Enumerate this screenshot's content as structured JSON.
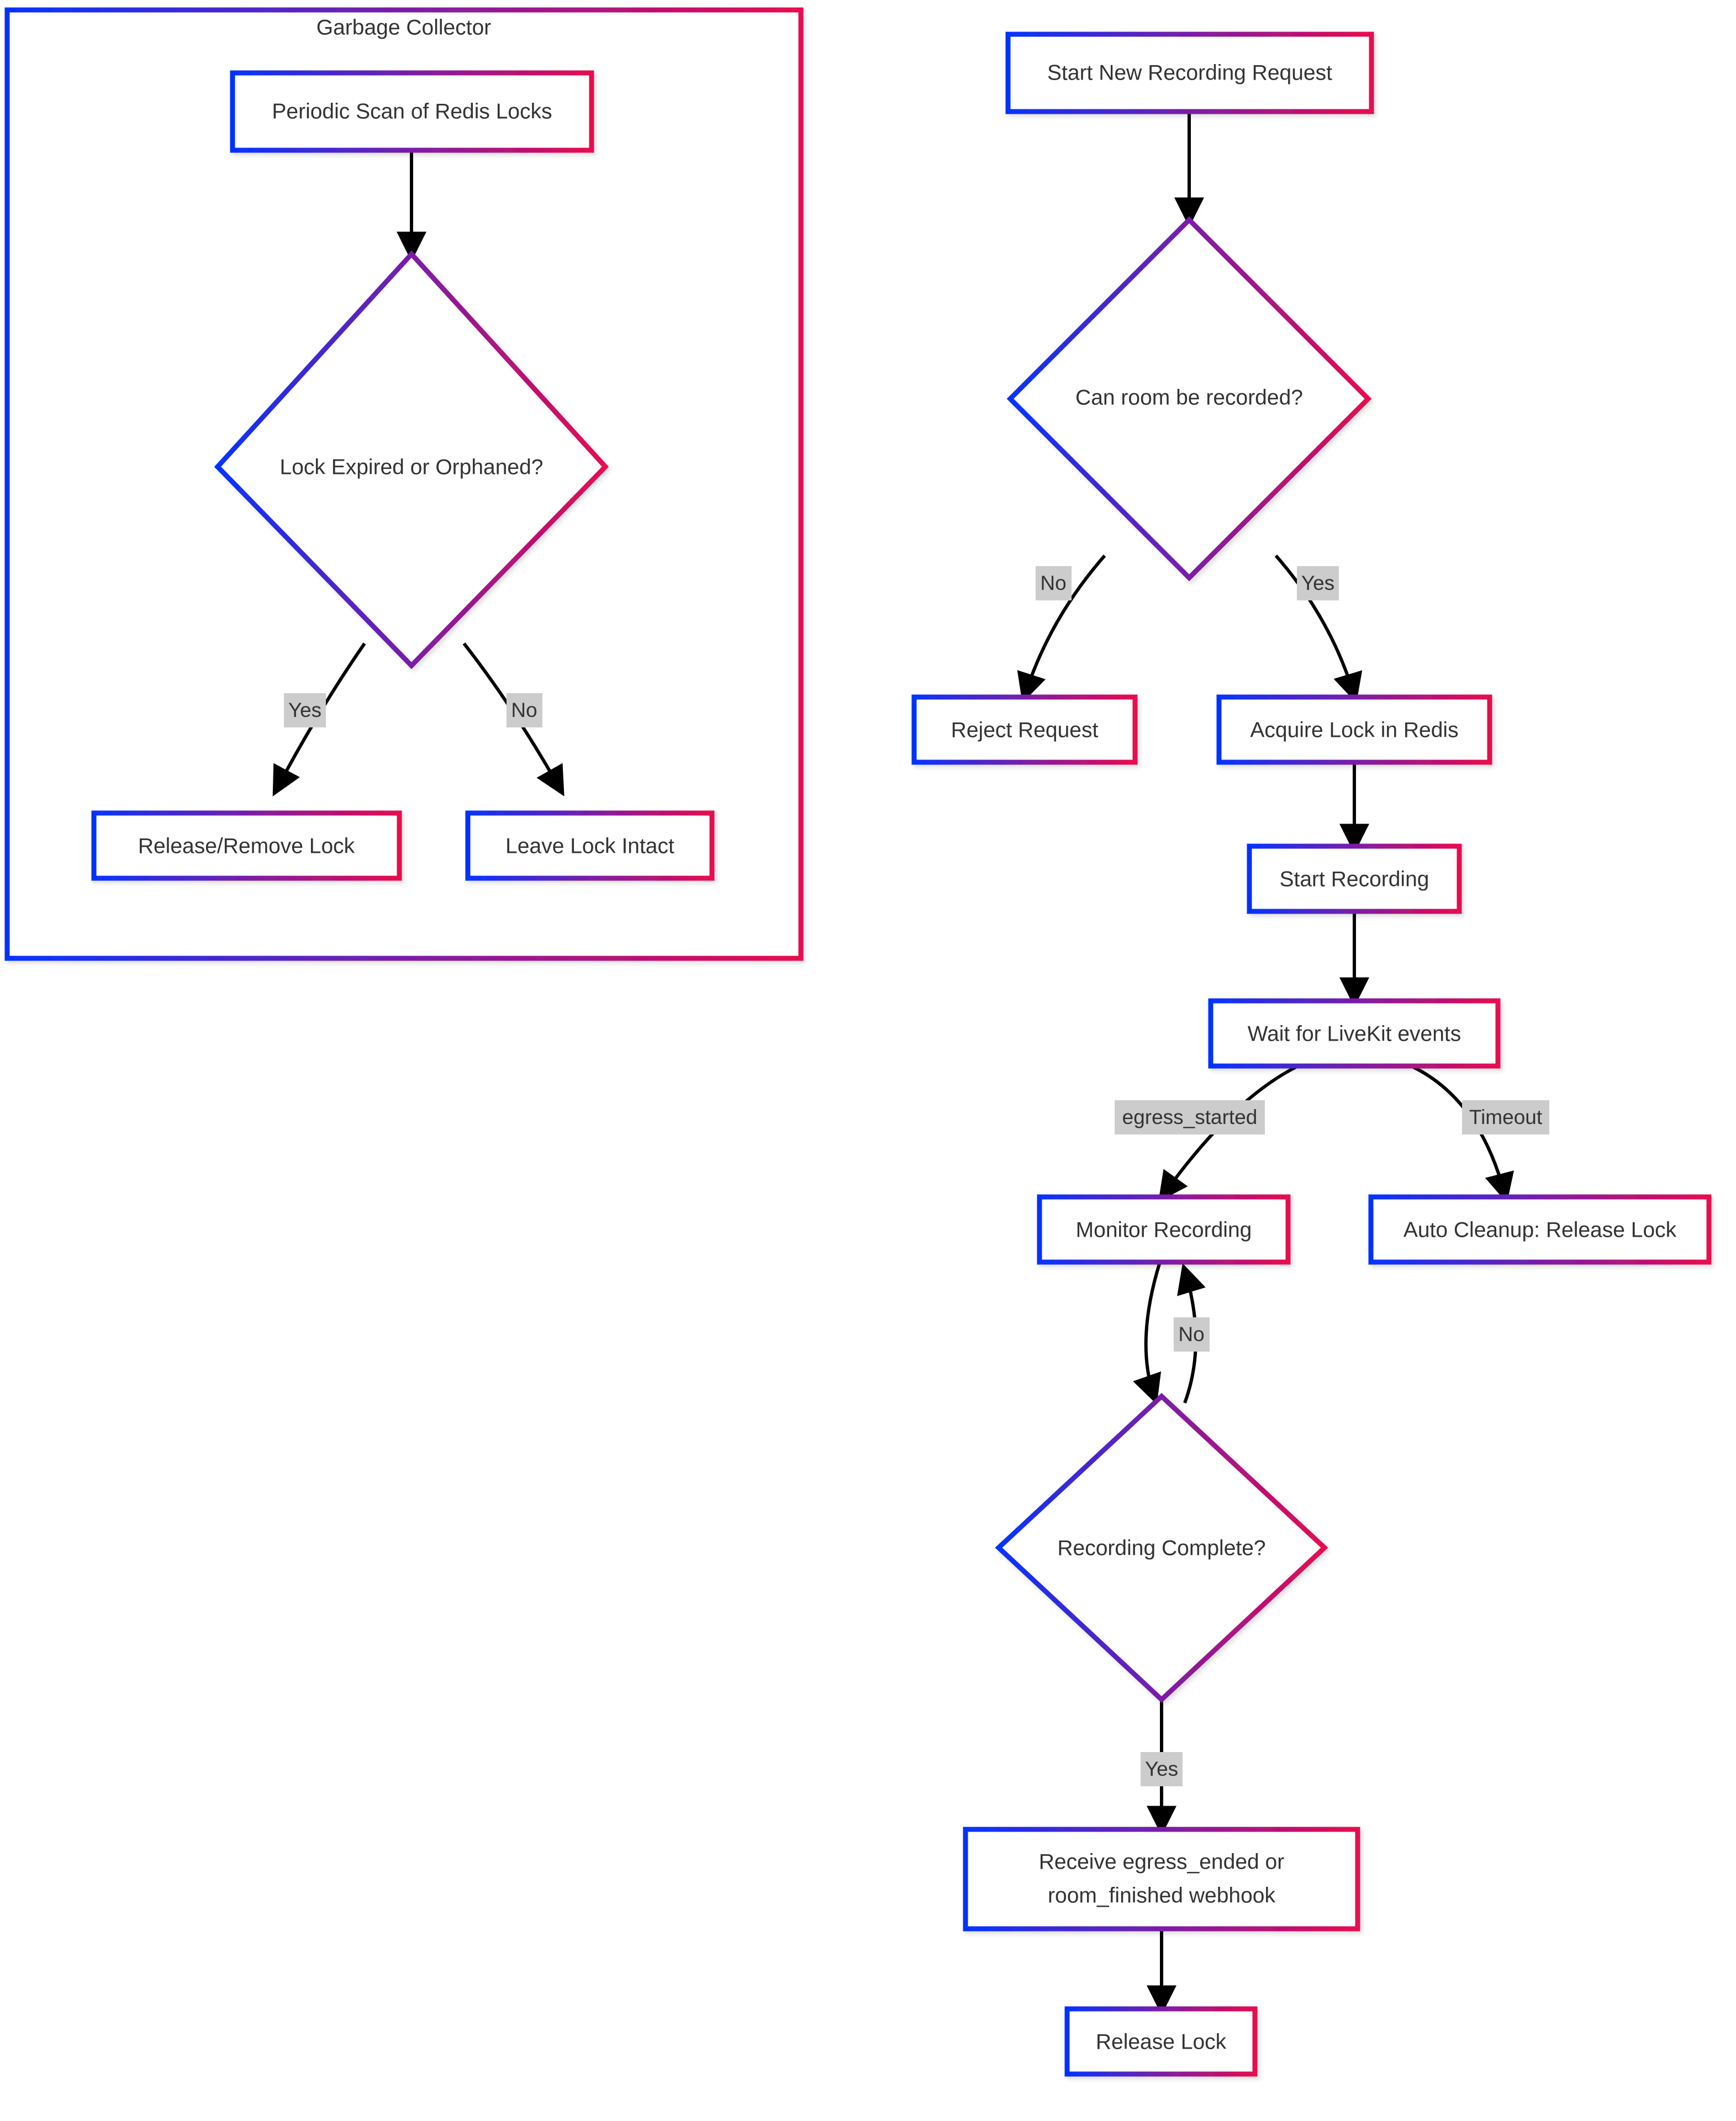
{
  "diagram": {
    "type": "flowchart",
    "direction": "top-down",
    "background": "#ffffff",
    "colors": {
      "gradient_start": "#0433ff",
      "gradient_end": "#e8084f",
      "gradient_mid": "#7a1ea8",
      "node_fill": "#ffffff",
      "text": "#333333",
      "edge": "#000000",
      "edge_label_bg": "#cccccc"
    },
    "cluster": {
      "id": "garbage-collector",
      "title": "Garbage Collector"
    },
    "nodes": [
      {
        "id": "periodic-scan",
        "label": "Periodic Scan of Redis Locks",
        "shape": "rect"
      },
      {
        "id": "lock-expired",
        "label": "Lock Expired or Orphaned?",
        "shape": "diamond"
      },
      {
        "id": "release-remove-lock",
        "label": "Release/Remove Lock",
        "shape": "rect"
      },
      {
        "id": "leave-lock-intact",
        "label": "Leave Lock Intact",
        "shape": "rect"
      },
      {
        "id": "start-new-recording",
        "label": "Start New Recording Request",
        "shape": "rect"
      },
      {
        "id": "can-room-be-recorded",
        "label": "Can room be recorded?",
        "shape": "diamond"
      },
      {
        "id": "reject-request",
        "label": "Reject Request",
        "shape": "rect"
      },
      {
        "id": "acquire-lock-in-redis",
        "label": "Acquire Lock in Redis",
        "shape": "rect"
      },
      {
        "id": "start-recording",
        "label": "Start Recording",
        "shape": "rect"
      },
      {
        "id": "wait-for-livekit-events",
        "label": "Wait for LiveKit events",
        "shape": "rect"
      },
      {
        "id": "monitor-recording",
        "label": "Monitor Recording",
        "shape": "rect"
      },
      {
        "id": "auto-cleanup-release-lock",
        "label": "Auto Cleanup: Release Lock",
        "shape": "rect"
      },
      {
        "id": "recording-complete",
        "label": "Recording Complete?",
        "shape": "diamond"
      },
      {
        "id": "receive-webhook",
        "label_line1": "Receive egress_ended or",
        "label_line2": "room_finished webhook",
        "shape": "rect"
      },
      {
        "id": "release-lock",
        "label": "Release Lock",
        "shape": "rect"
      }
    ],
    "edges": [
      {
        "from": "periodic-scan",
        "to": "lock-expired",
        "label": ""
      },
      {
        "from": "lock-expired",
        "to": "release-remove-lock",
        "label": "Yes"
      },
      {
        "from": "lock-expired",
        "to": "leave-lock-intact",
        "label": "No"
      },
      {
        "from": "start-new-recording",
        "to": "can-room-be-recorded",
        "label": ""
      },
      {
        "from": "can-room-be-recorded",
        "to": "reject-request",
        "label": "No"
      },
      {
        "from": "can-room-be-recorded",
        "to": "acquire-lock-in-redis",
        "label": "Yes"
      },
      {
        "from": "acquire-lock-in-redis",
        "to": "start-recording",
        "label": ""
      },
      {
        "from": "start-recording",
        "to": "wait-for-livekit-events",
        "label": ""
      },
      {
        "from": "wait-for-livekit-events",
        "to": "monitor-recording",
        "label": "egress_started"
      },
      {
        "from": "wait-for-livekit-events",
        "to": "auto-cleanup-release-lock",
        "label": "Timeout"
      },
      {
        "from": "monitor-recording",
        "to": "recording-complete",
        "label": ""
      },
      {
        "from": "recording-complete",
        "to": "monitor-recording",
        "label": "No"
      },
      {
        "from": "recording-complete",
        "to": "receive-webhook",
        "label": "Yes"
      },
      {
        "from": "receive-webhook",
        "to": "release-lock",
        "label": ""
      }
    ]
  }
}
